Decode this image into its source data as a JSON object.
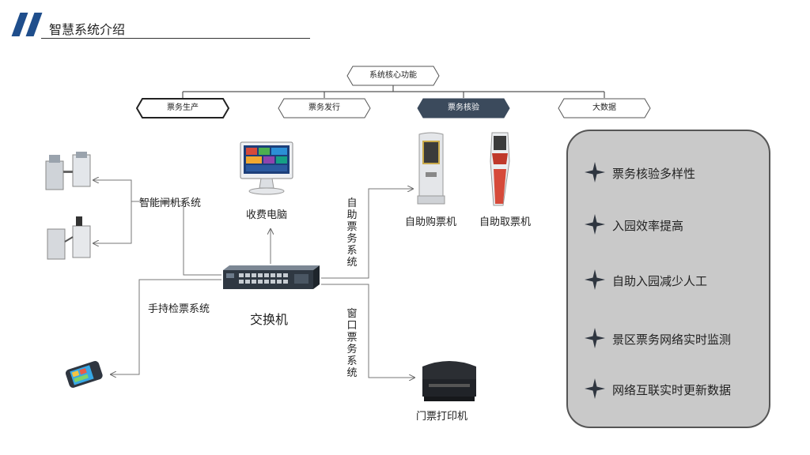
{
  "header": {
    "title": "智慧系统介绍"
  },
  "core": {
    "title": "系统核心功能",
    "modules": [
      "票务生产",
      "票务发行",
      "票务核验",
      "大数据"
    ]
  },
  "devices": {
    "pc": "收费电脑",
    "switch": "交换机",
    "kiosk_buy": "自助购票机",
    "kiosk_pick": "自助取票机",
    "printer": "门票打印机"
  },
  "systems": {
    "gate": "智能闸机系统",
    "handheld": "手持检票系统",
    "self_service": "自助票务系统",
    "window": "窗口票务系统"
  },
  "features": [
    "票务核验多样性",
    "入园效率提高",
    "自助入园减少人工",
    "景区票务网络实时监测",
    "网络互联实时更新数据"
  ],
  "colors": {
    "accent": "#1f4e8c",
    "dark_module": "#3b4a5c",
    "panel": "#c9c9c9"
  }
}
